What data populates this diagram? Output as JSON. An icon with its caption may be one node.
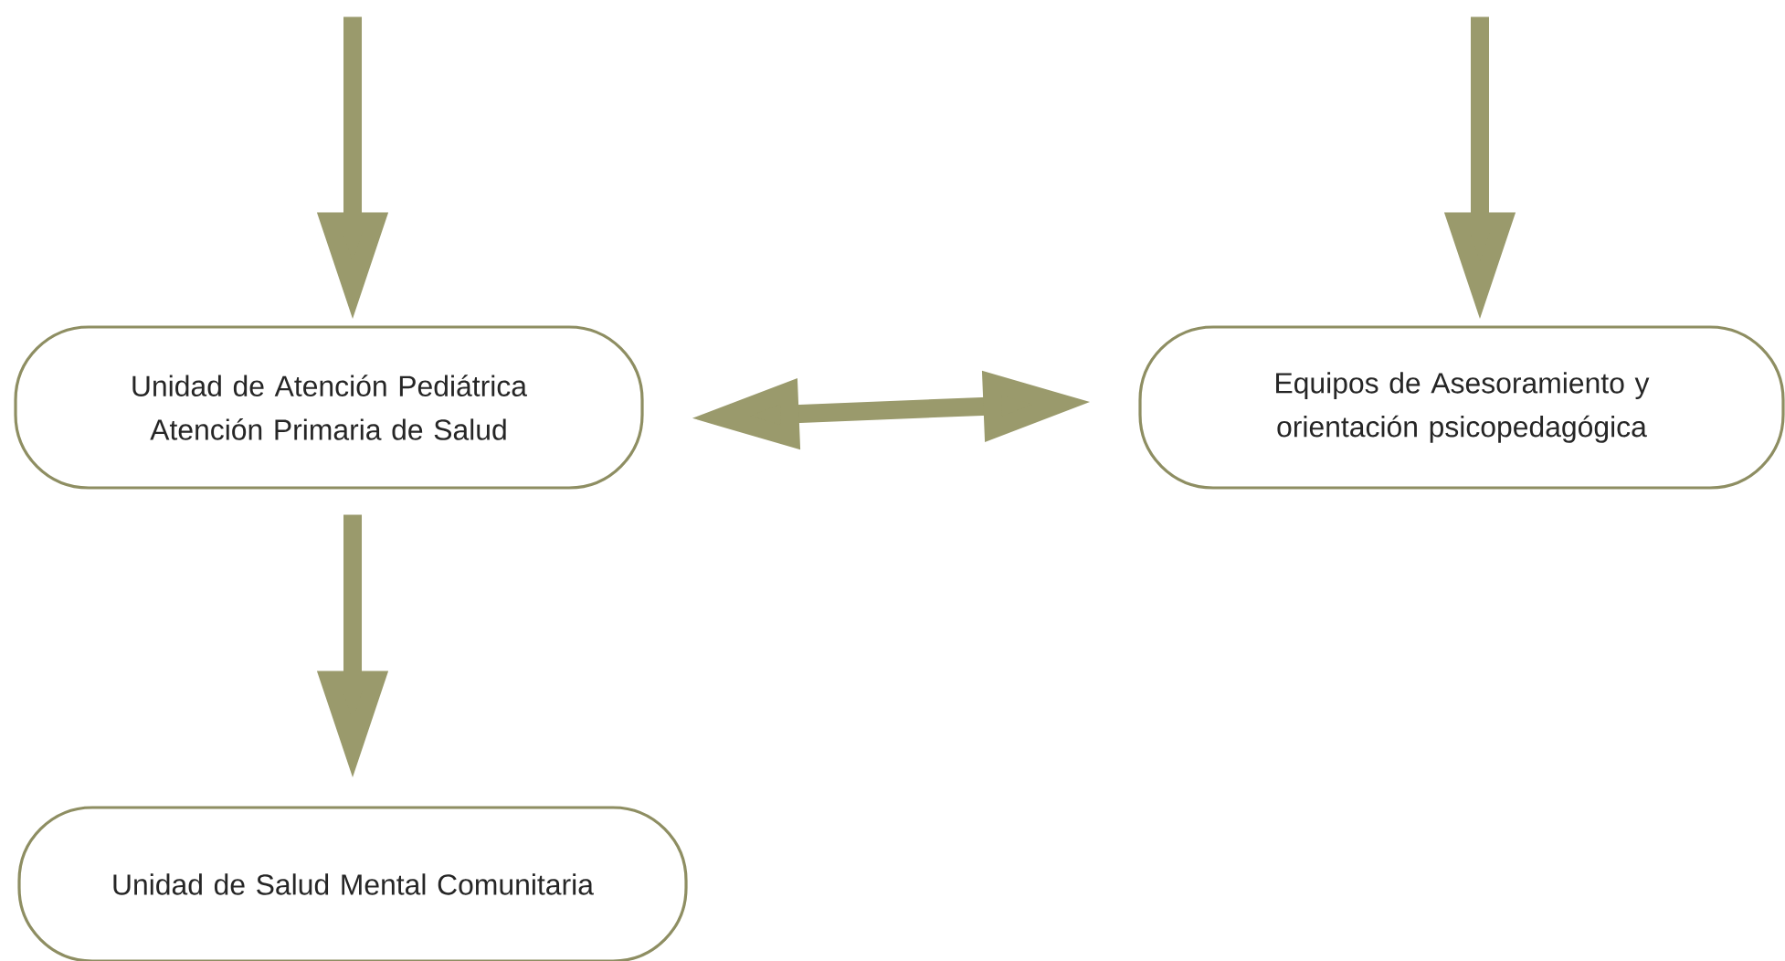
{
  "diagram": {
    "nodes": [
      {
        "text": [
          "Unidad de Atención Pediátrica Atención Primaria de Salud"
        ]
      },
      {
        "text": [
          "Equipos de Asesoramiento y orientación psicopedagógica"
        ]
      },
      {
        "text": [
          "Unidad de Salud Mental Comunitaria"
        ]
      }
    ],
    "edges": [
      {
        "from": null,
        "to": 0,
        "arrow": "to"
      },
      {
        "from": null,
        "to": 1,
        "arrow": "to"
      },
      {
        "from": 0,
        "to": 1,
        "arrow": "both"
      },
      {
        "from": 0,
        "to": 2,
        "arrow": "to"
      }
    ]
  }
}
